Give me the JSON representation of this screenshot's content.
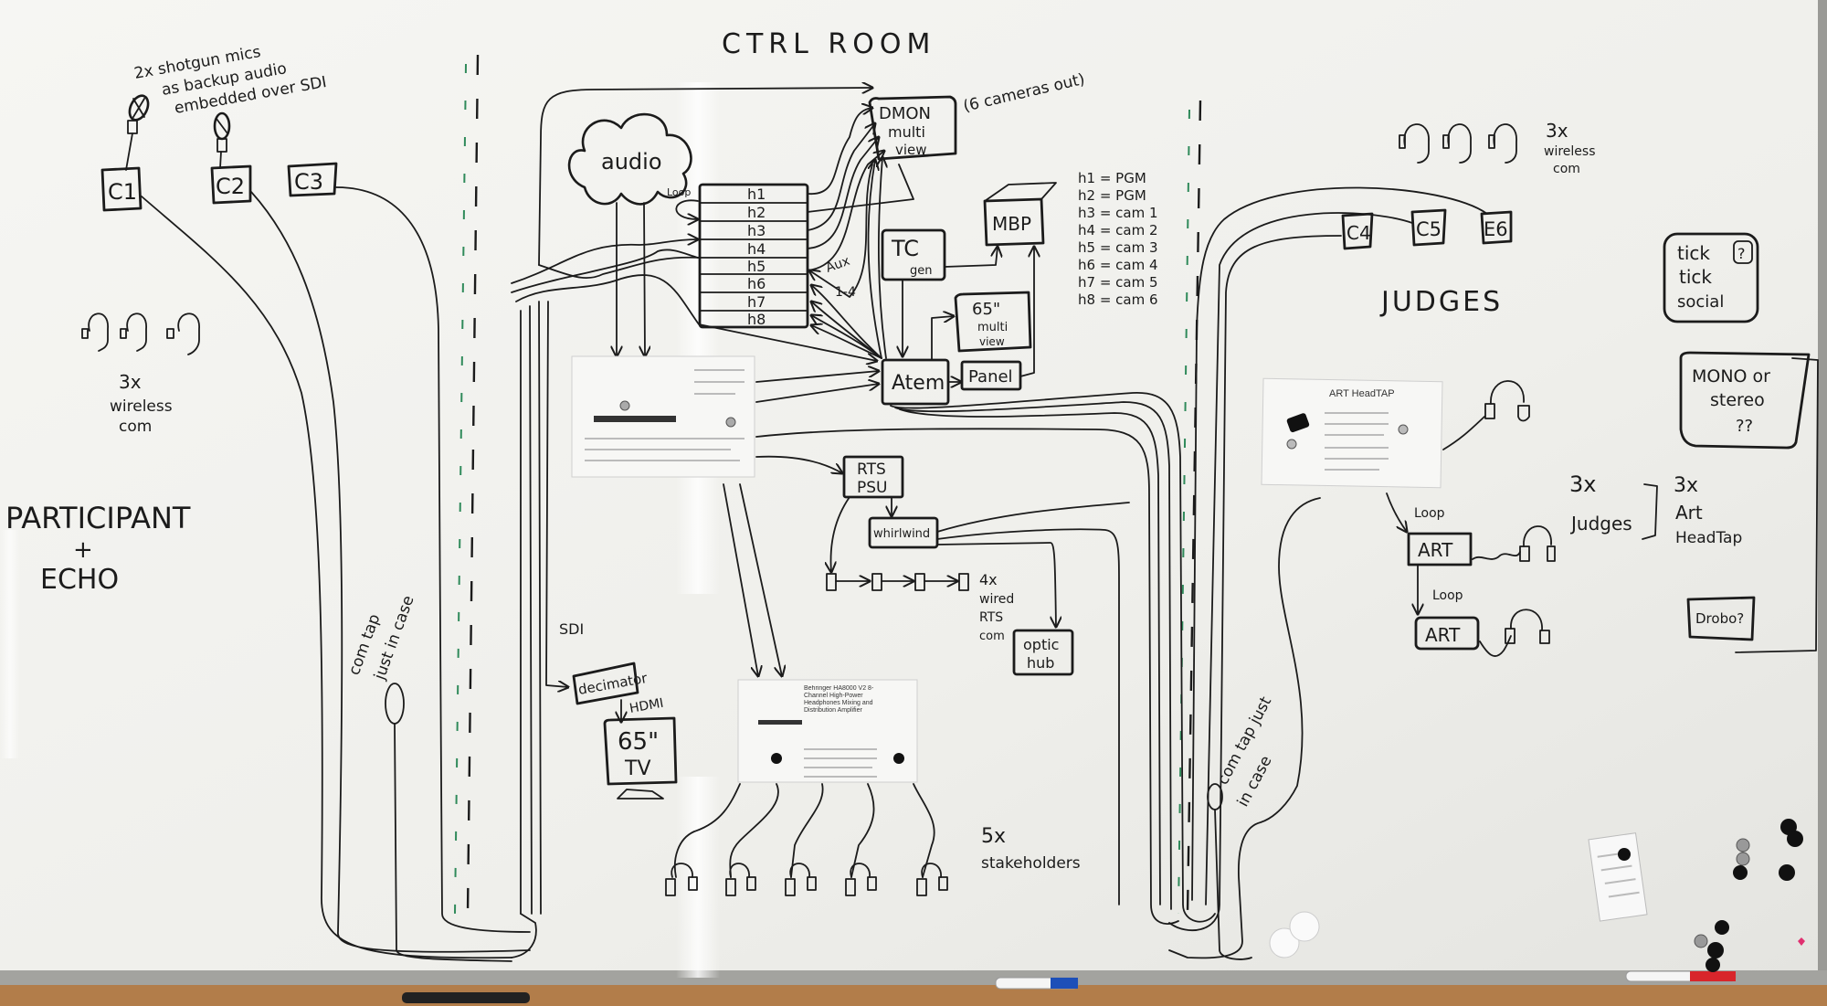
{
  "board": {
    "title": "CTRL ROOM",
    "colors": {
      "board": "#f2f2ee",
      "ink": "#1b1b1b",
      "frame": "#9a9a96",
      "tray": "#b08050",
      "green_dash": "#2f8a5a"
    }
  },
  "left_zone": {
    "mic_note": [
      "2x shotgun mics",
      "as backup audio",
      "embedded over SDI"
    ],
    "cameras": [
      "C1",
      "C2",
      "C3"
    ],
    "headsets_label": [
      "3x",
      "wireless",
      "com"
    ],
    "participant_label": [
      "PARTICIPANT",
      "+",
      "ECHO"
    ],
    "com_tap_note": [
      "com tap",
      "just in case"
    ],
    "sdi_label": "SDI",
    "decimator_label": "decimator",
    "hdmi_label": "HDMI",
    "tv_label": [
      "65\"",
      "TV"
    ]
  },
  "control_room": {
    "audio_label": "audio",
    "loop_label": "Loop",
    "hyperdeck_rows": [
      "h1",
      "h2",
      "h3",
      "h4",
      "h5",
      "h6",
      "h7",
      "h8"
    ],
    "aux_label": [
      "Aux",
      "1-4"
    ],
    "dmon_label": [
      "DMON",
      "multi",
      "view"
    ],
    "cameras_out_note": "(6 cameras out)",
    "tc_gen_label": [
      "TC",
      "gen"
    ],
    "mbp_label": "MBP",
    "multiview_label": [
      "65\"",
      "multi",
      "view"
    ],
    "atem_label": "Atem",
    "panel_label": "Panel",
    "routing_legend": [
      "h1 = PGM",
      "h2 = PGM",
      "h3 = cam 1",
      "h4 = cam 2",
      "h5 = cam 3",
      "h6 = cam 4",
      "h7 = cam 5",
      "h8 = cam 6"
    ],
    "rts_psu_label": [
      "RTS",
      "PSU"
    ],
    "whirlwind_label": "whirlwind",
    "wired_com_label": [
      "4x",
      "wired",
      "RTS",
      "com"
    ],
    "optic_hub_label": [
      "optic",
      "hub"
    ],
    "stakeholders_label": [
      "5x",
      "stakeholders"
    ]
  },
  "pinned_papers": {
    "amp_title": "Behringer HA8000 V2 8-Channel High-Power Headphones Mixing and Distribution Amplifier",
    "headtap_title": "ART HeadTAP"
  },
  "right_zone": {
    "cameras": [
      "C4",
      "C5",
      "E6"
    ],
    "headsets_label": [
      "3x",
      "wireless",
      "com"
    ],
    "judges_title": "JUDGES",
    "tick_box": [
      "tick",
      "tick",
      "social"
    ],
    "tick_question": "?",
    "mono_box": [
      "MONO or",
      "stereo",
      "??"
    ],
    "judges_count": [
      "3x",
      "Judges"
    ],
    "art_count": [
      "3x",
      "Art",
      "HeadTap"
    ],
    "loop_labels": [
      "Loop",
      "Loop"
    ],
    "art_boxes": [
      "ART",
      "ART"
    ],
    "drobo_label": "Drobo?",
    "com_tap_note": [
      "com tap just",
      "in case"
    ]
  }
}
